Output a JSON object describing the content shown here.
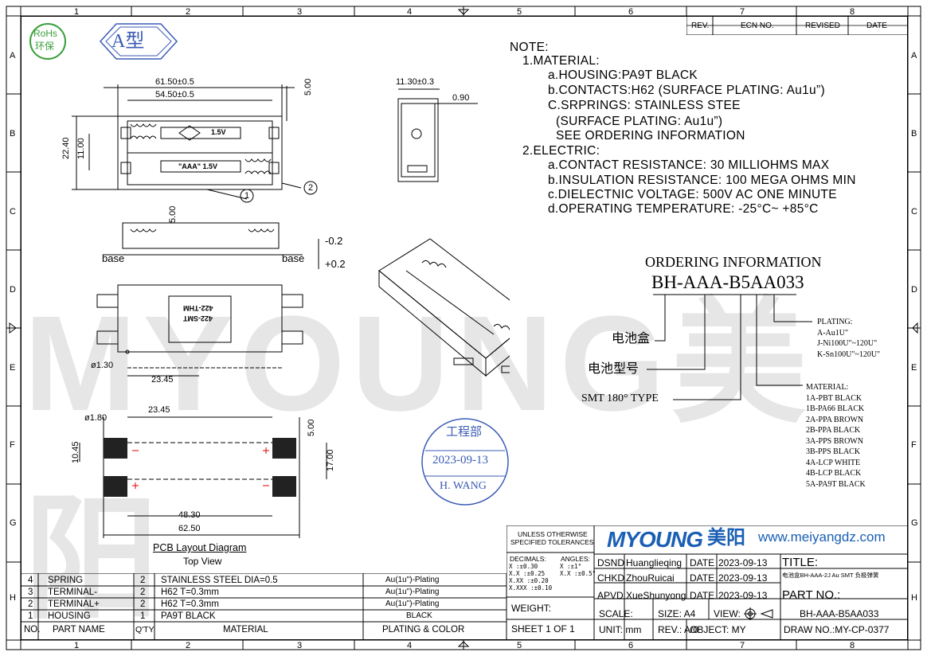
{
  "header": {
    "rohs_top": "RoHs",
    "rohs_bottom": "环保",
    "type_label": "A型"
  },
  "grid": {
    "columns": [
      "1",
      "2",
      "3",
      "4",
      "5",
      "6",
      "7",
      "8"
    ],
    "rows": [
      "A",
      "B",
      "C",
      "D",
      "E",
      "F",
      "G",
      "H"
    ]
  },
  "revision_table": {
    "headers": [
      "REV.",
      "ECN NO.",
      "REVISED",
      "DATE"
    ]
  },
  "watermark": "MYOUNG美阳",
  "notes": {
    "title": "NOTE:",
    "lines": [
      "1.MATERIAL:",
      "a.HOUSING:PA9T BLACK",
      "b.CONTACTS:H62 (SURFACE PLATING: Au1u”)",
      "C.SRPRINGS: STAINLESS STEE",
      "(SURFACE PLATING: Au1u”)",
      "SEE ORDERING INFORMATION",
      "2.ELECTRIC:",
      "a.CONTACT RESISTANCE: 30 MILLIOHMS MAX",
      "b.INSULATION RESISTANCE: 100 MEGA OHMS MIN",
      "c.DIELECTNIC VOLTAGE: 500V AC ONE MINUTE",
      "d.OPERATING TEMPERATURE: -25°C~ +85°C"
    ]
  },
  "ordering": {
    "title": "ORDERING INFORMATION",
    "part": "BH-AAA-B5AA033",
    "label_box": "电池盒",
    "label_model": "电池型号",
    "label_smt": "SMT 180° TYPE",
    "plating_lines": [
      "PLATING:",
      "A-Au1U\"",
      "J-Ni100U\"~120U\"",
      "K-Sn100U\"~120U\""
    ],
    "material_lines": [
      "MATERIAL:",
      "1A-PBT BLACK",
      "1B-PA66 BLACK",
      "2A-PPA BROWN",
      "2B-PPA BLACK",
      "3A-PPS BROWN",
      "3B-PPS BLACK",
      "4A-LCP WHITE",
      "4B-LCP BLACK",
      "5A-PA9T BLACK"
    ]
  },
  "stamp": {
    "dept": "工程部",
    "date": "2023-09-13",
    "name": "H. WANG"
  },
  "dims": {
    "d_6150": "61.50±0.5",
    "d_5450": "54.50±0.5",
    "d_500a": "5.00",
    "d_2240": "22.40",
    "d_1100": "11.00",
    "d_1130": "11.30±0.3",
    "d_090": "0.90",
    "d_500b": "5.00",
    "tol_minus": "-0.2",
    "tol_plus": "+0.2",
    "base_left": "base",
    "base_right": "base",
    "d_130": "ø1.30",
    "d_2345a": "23.45",
    "d_180": "ø1.80",
    "d_2345b": "23.45",
    "d_1045": "10.45",
    "d_500c": "5.00",
    "d_1700": "17.00",
    "d_4830": "48.30",
    "d_6250": "62.50",
    "balloon1": "1",
    "balloon2": "2",
    "batt_top": "1.5V",
    "batt_bottom": "\"AAA\" 1.5V",
    "smt_top": "422-THM",
    "smt_bottom": "422-SMT",
    "pcb_title": "PCB Layout Diagram",
    "top_view": "Top View"
  },
  "bom": {
    "headers": [
      "NO.",
      "PART NAME",
      "Q'TY",
      "MATERIAL",
      "PLATING & COLOR"
    ],
    "rows": [
      {
        "no": "4",
        "name": "SPRING",
        "qty": "2",
        "material": "STAINLESS STEEL DIA=0.5",
        "plating": "Au(1u\")-Plating"
      },
      {
        "no": "3",
        "name": "TERMINAL-",
        "qty": "2",
        "material": "H62   T=0.3mm",
        "plating": "Au(1u\")-Plating"
      },
      {
        "no": "2",
        "name": "TERMINAL+",
        "qty": "2",
        "material": "H62   T=0.3mm",
        "plating": "Au(1u\")-Plating"
      },
      {
        "no": "1",
        "name": "HOUSING",
        "qty": "1",
        "material": "PA9T BLACK",
        "plating": "BLACK"
      }
    ]
  },
  "title_block": {
    "unless": "UNLESS OTHERWISE",
    "specified": "SPECIFIED TOLERANCES",
    "decimals": "DECIMALS:",
    "angles": "ANGLES:",
    "tol_x": "X     :±0.30",
    "tol_xx": "X.X   :±0.25",
    "tol_xxx": "X.XX  :±0.20",
    "tol_xxxx": "X.XXX :±0.10",
    "ang_x": "X   :±1°",
    "ang_xx": "X.X :±0.5°",
    "weight": "WEIGHT:",
    "sheet": "SHEET 1 OF 1",
    "logo": "MYOUNG",
    "logo_cn": "美阳",
    "website": "www.meiyangdz.com",
    "dsnd": "DSND",
    "dsnd_name": "Huanglieqing",
    "chkd": "CHKD",
    "chkd_name": "ZhouRuicai",
    "apvd": "APVD",
    "apvd_name": "XueShunyong",
    "date_label": "DATE",
    "date_value": "2023-09-13",
    "title_label": "TITLE:",
    "title_value": "电池盒BH-AAA-2J Au SMT 负极弹簧",
    "part_no_label": "PART NO.:",
    "part_no_value": "BH-AAA-B5AA033",
    "scale": "SCALE:",
    "size": "SIZE: A4",
    "view": "VIEW:",
    "unit": "UNIT: mm",
    "rev": "REV.: A/0",
    "object": "OBJECT: MY",
    "draw_no": "DRAW NO.:MY-CP-0377"
  }
}
